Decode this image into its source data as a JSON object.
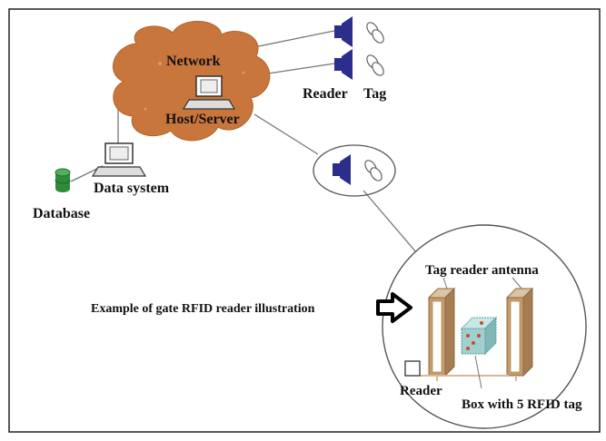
{
  "diagram": {
    "labels": {
      "network": "Network",
      "host_server": "Host/Server",
      "reader_top": "Reader",
      "tag_top": "Tag",
      "data_system": "Data system",
      "database": "Database",
      "tag_reader_antenna": "Tag reader antenna",
      "example_gate": "Example of gate RFID reader illustration",
      "reader_bottom": "Reader",
      "box_tags": "Box with 5 RFID tag"
    },
    "colors": {
      "cloud": "#c8763c",
      "reader": "#2b2e8a",
      "database": "#2e8b3a",
      "antenna_panel": "#c79a6a",
      "box": "#9fd0cf",
      "line": "#6a6a6a"
    },
    "icons": [
      "cloud",
      "computer-icon",
      "reader-icon",
      "tag-icon",
      "database-icon",
      "antenna-panel",
      "rfid-box",
      "arrow-icon"
    ]
  }
}
